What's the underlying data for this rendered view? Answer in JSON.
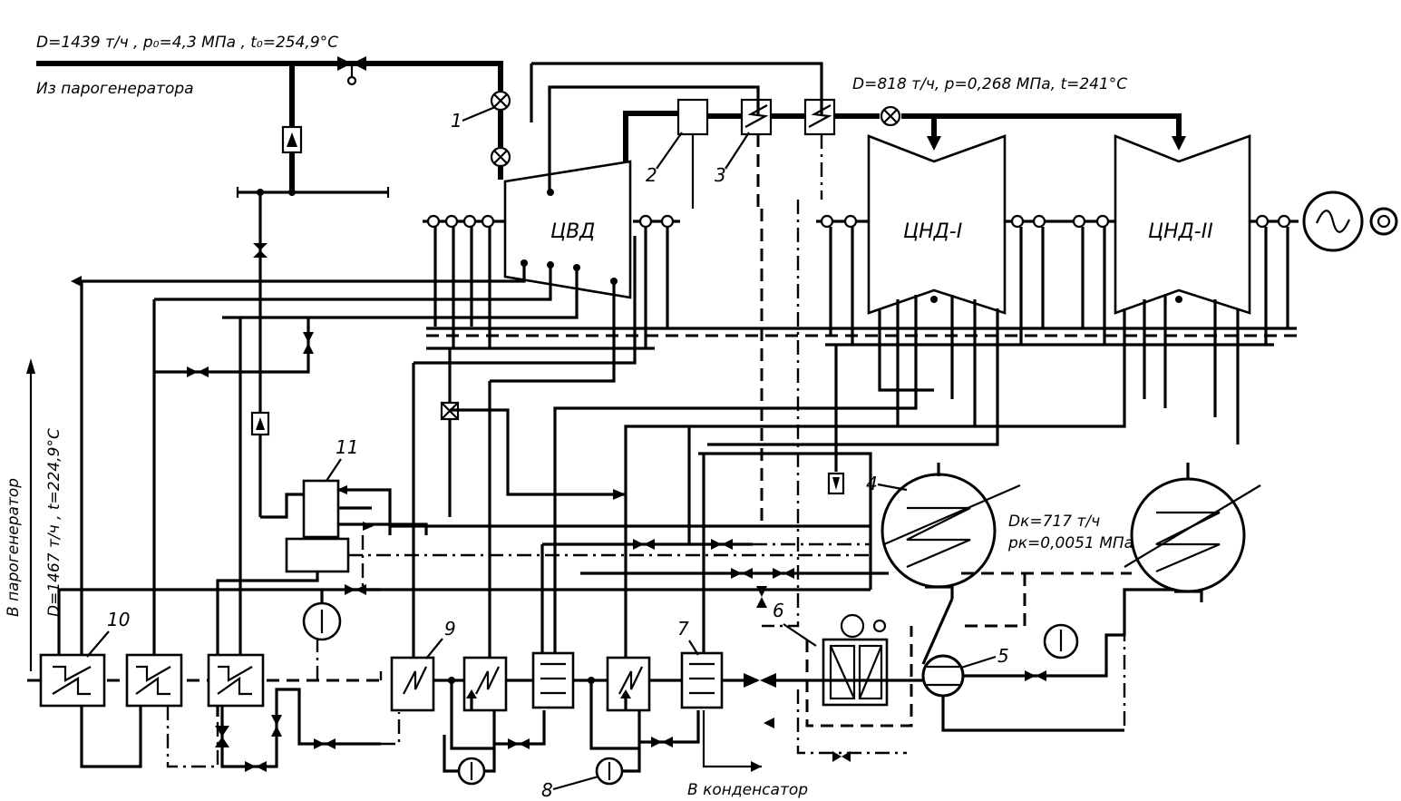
{
  "labels": {
    "steam_in": "D=1439 т/ч , p₀=4,3 МПа , t₀=254,9°C",
    "from_sg": "Из парогенератора",
    "reheat_steam": "D=818 т/ч, p=0,268 МПа, t=241°C",
    "to_sg": "В парогенератор",
    "feedwater": "D=1467 т/ч , t=224,9°C",
    "cond_flow": "Dк=717 т/ч",
    "cond_pressure": "pк=0,0051 МПа",
    "to_condenser": "В конденсатор"
  },
  "units": {
    "hp": "ЦВД",
    "lp1": "ЦНД-I",
    "lp2": "ЦНД-II"
  },
  "numbers": [
    "1",
    "2",
    "3",
    "4",
    "5",
    "6",
    "7",
    "8",
    "9",
    "10",
    "11"
  ]
}
